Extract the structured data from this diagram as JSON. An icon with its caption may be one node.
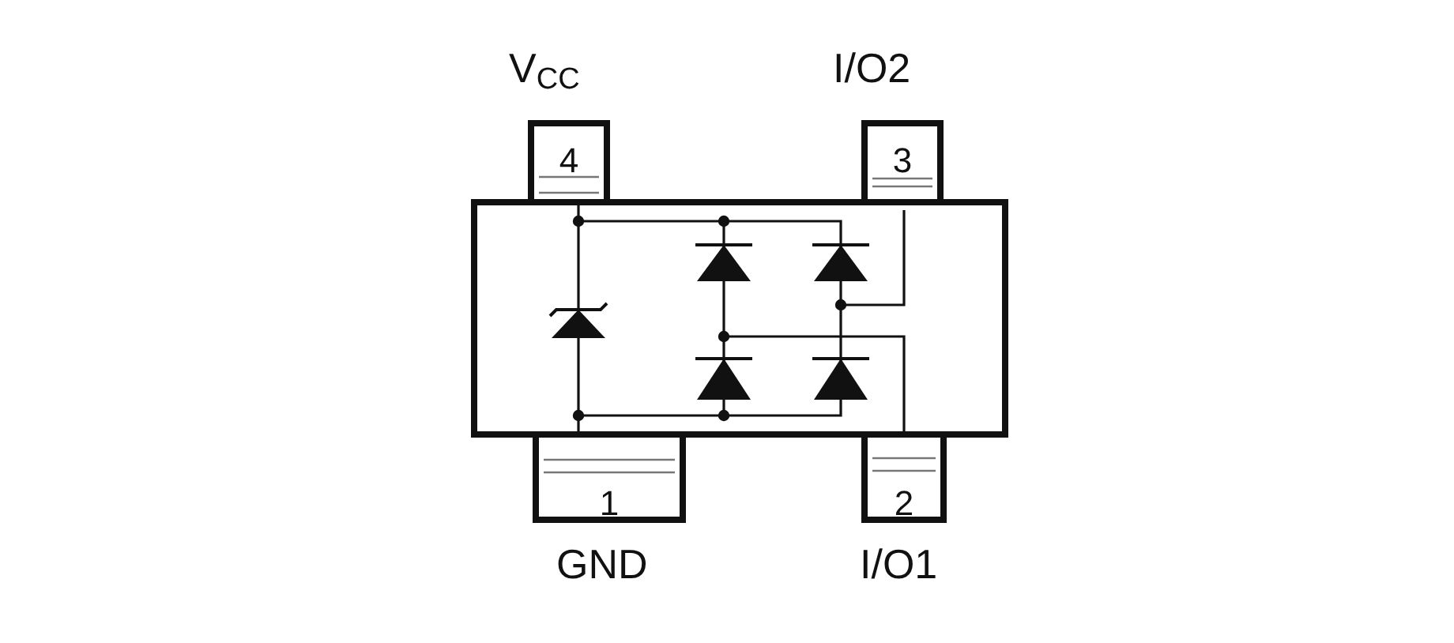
{
  "diagram": {
    "nodes": [
      {
        "text": [
          "4"
        ],
        "beside": [
          "V$_{CC}$"
        ]
      },
      {
        "text": [
          "3"
        ],
        "beside": [
          "I/O2"
        ]
      },
      {
        "text": [
          "1"
        ],
        "beside": [
          "GND"
        ]
      },
      {
        "text": [
          "2"
        ],
        "beside": [
          "I/O1"
        ]
      }
    ]
  }
}
